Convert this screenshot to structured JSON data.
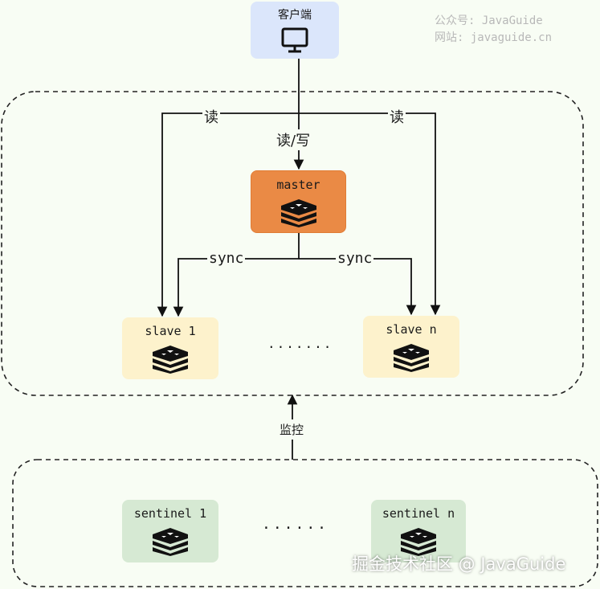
{
  "watermark": {
    "line1": "公众号: JavaGuide",
    "line2": "网站: javaguide.cn",
    "footer": "掘金技术社区 @ JavaGuide"
  },
  "nodes": {
    "client": {
      "label": "客户端",
      "icon": "monitor-icon"
    },
    "master": {
      "label": "master",
      "icon": "redis-icon"
    },
    "slave1": {
      "label": "slave 1",
      "icon": "redis-icon"
    },
    "slaven": {
      "label": "slave n",
      "icon": "redis-icon"
    },
    "sentinel1": {
      "label": "sentinel 1",
      "icon": "redis-icon"
    },
    "sentineln": {
      "label": "sentinel n",
      "icon": "redis-icon"
    }
  },
  "edges": {
    "read_left": "读",
    "read_right": "读",
    "read_write": "读/写",
    "sync_left": "sync",
    "sync_right": "sync",
    "monitor": "监控"
  },
  "ellipsis": {
    "slaves": ".......",
    "sentinels": "......"
  },
  "colors": {
    "client_fill": "#dbe6fb",
    "master_fill": "#ea8a45",
    "slave_fill": "#fdf2cc",
    "sentinel_fill": "#d6e9d3",
    "background": "#f8fdf4"
  }
}
